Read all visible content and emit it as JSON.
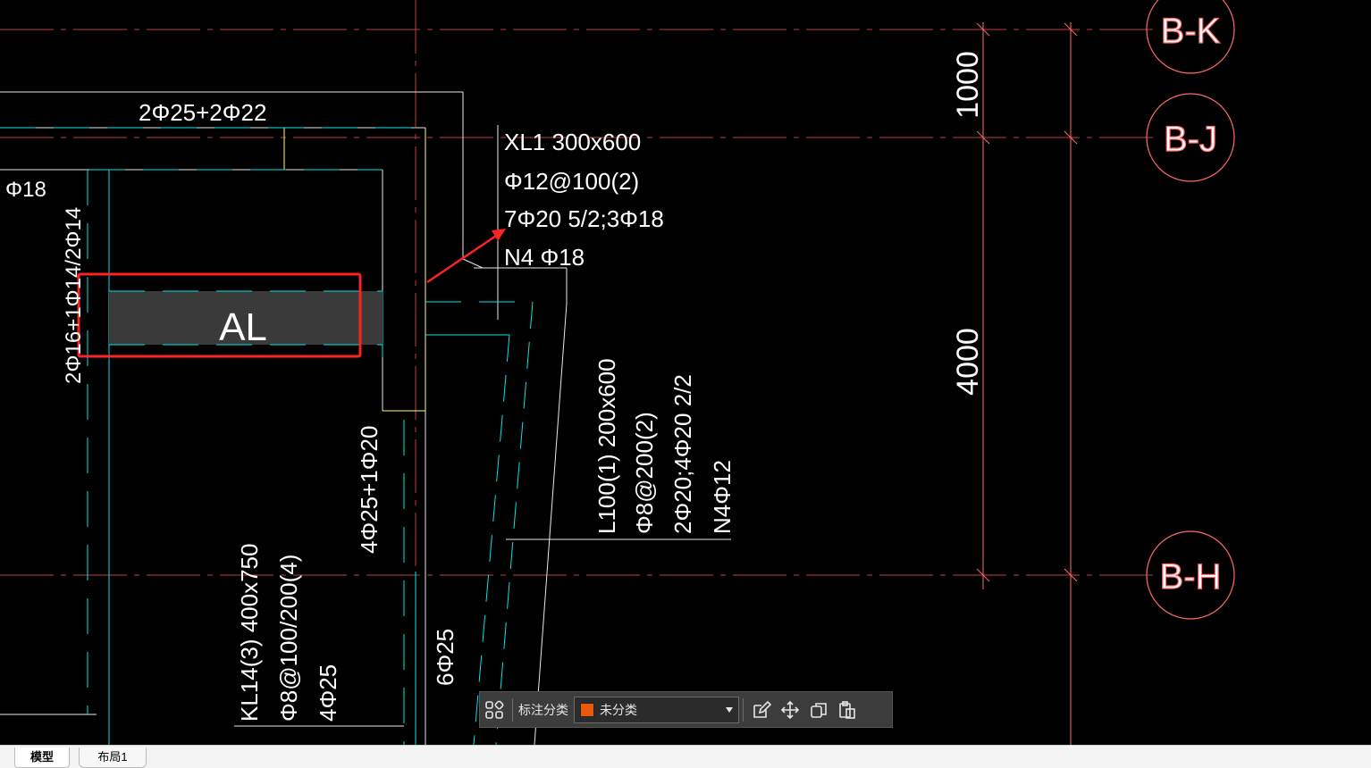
{
  "drawing": {
    "grid_bubbles": [
      "B-K",
      "B-J",
      "B-H"
    ],
    "dimensions": [
      "1000",
      "4000"
    ],
    "beam_top_label": "2Φ25+2Φ22",
    "left_label_a": "Φ18",
    "left_label_b": "2Φ16+1Φ14/2Φ14",
    "al_label": "AL",
    "xl1_lines": [
      "XL1 300x600",
      "Φ12@100(2)",
      "7Φ20 5/2;3Φ18",
      "N4 Φ18"
    ],
    "l100_lines": [
      "L100(1) 200x600",
      "Φ8@200(2)",
      "2Φ20;4Φ20 2/2",
      "N4Φ12"
    ],
    "kl14_lines": [
      "KL14(3) 400x750",
      "Φ8@100/200(4)",
      "4Φ25"
    ],
    "col_label_a": "4Φ25+1Φ20",
    "col_label_b": "6Φ25",
    "colors": {
      "axis": "#ff6a6a",
      "beam": "#00ffff",
      "yellow": "#ffff66",
      "highlight": "#ff2222",
      "hatch": "#3a3a3a"
    }
  },
  "toolbar": {
    "label": "标注分类",
    "category_value": "未分类",
    "category_color": "#e8590c",
    "icons": [
      "grid-apps-icon",
      "edit-icon",
      "move-icon",
      "copy-icon",
      "paste-icon"
    ]
  },
  "tabs": [
    "模型",
    "布局1"
  ]
}
